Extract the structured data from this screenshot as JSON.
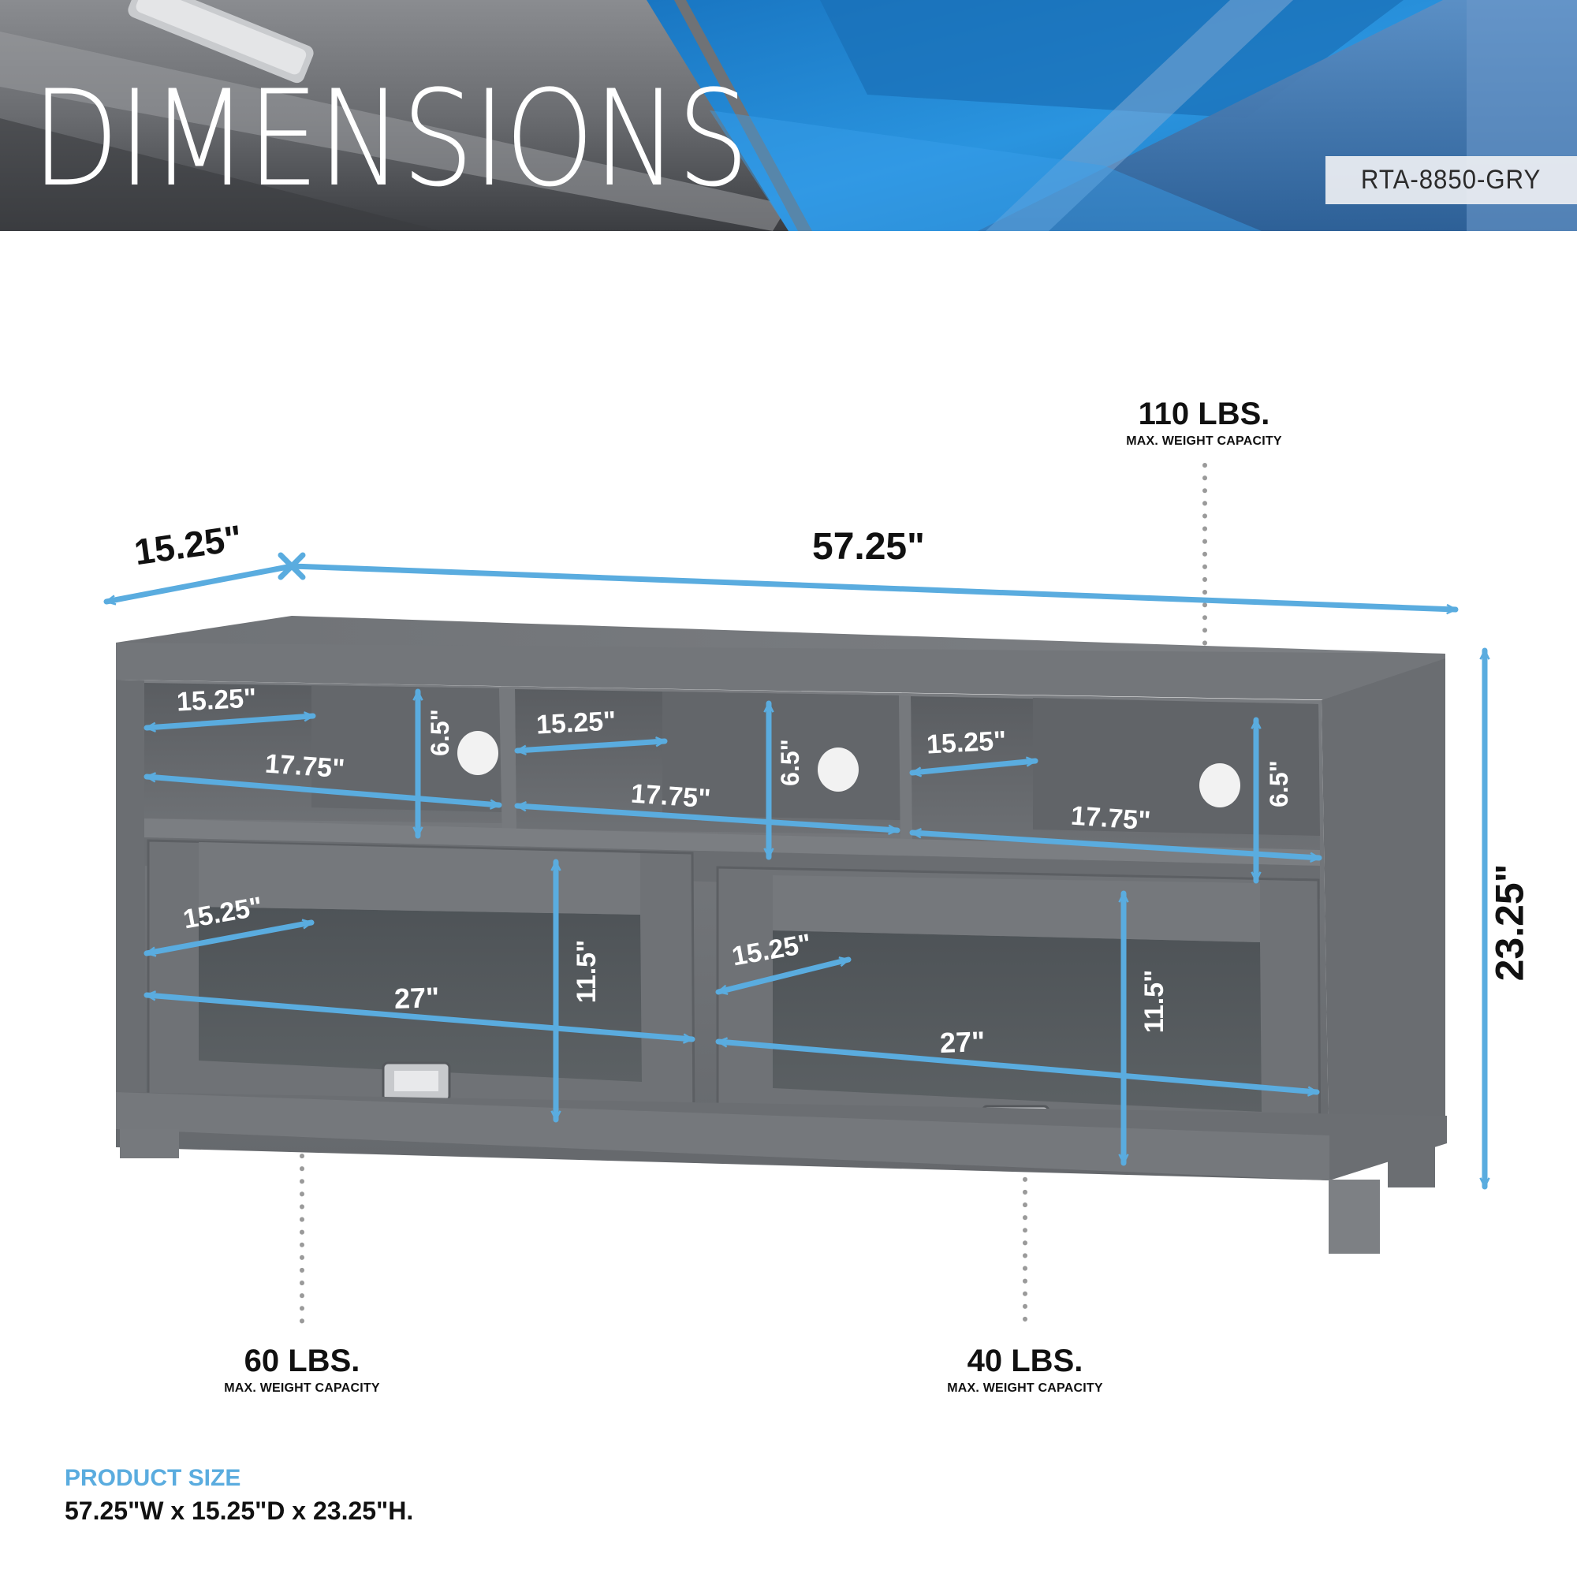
{
  "header": {
    "title": "DIMENSIONS",
    "sku": "RTA-8850-GRY"
  },
  "colors": {
    "accent_blue": "#5aacdf",
    "header_blue": "#1c8ad6",
    "header_gray": "#5f6166",
    "stand_gray": "#6d7074",
    "text_dark": "#111111"
  },
  "overall": {
    "width": "57.25\"",
    "depth": "15.25\"",
    "height": "23.25\""
  },
  "shelves": [
    {
      "depth": "15.25\"",
      "width": "17.75\"",
      "height": "6.5\""
    },
    {
      "depth": "15.25\"",
      "width": "17.75\"",
      "height": "6.5\""
    },
    {
      "depth": "15.25\"",
      "width": "17.75\"",
      "height": "6.5\""
    }
  ],
  "cabinets": [
    {
      "depth": "15.25\"",
      "width": "27\"",
      "height": "11.5\""
    },
    {
      "depth": "15.25\"",
      "width": "27\"",
      "height": "11.5\""
    }
  ],
  "capacities": [
    {
      "weight": "110 LBS.",
      "label": "MAX. WEIGHT CAPACITY"
    },
    {
      "weight": "60 LBS.",
      "label": "MAX. WEIGHT CAPACITY"
    },
    {
      "weight": "40 LBS.",
      "label": "MAX. WEIGHT CAPACITY"
    }
  ],
  "product_size": {
    "title": "PRODUCT SIZE",
    "value": "57.25\"W x 15.25\"D x 23.25\"H."
  }
}
